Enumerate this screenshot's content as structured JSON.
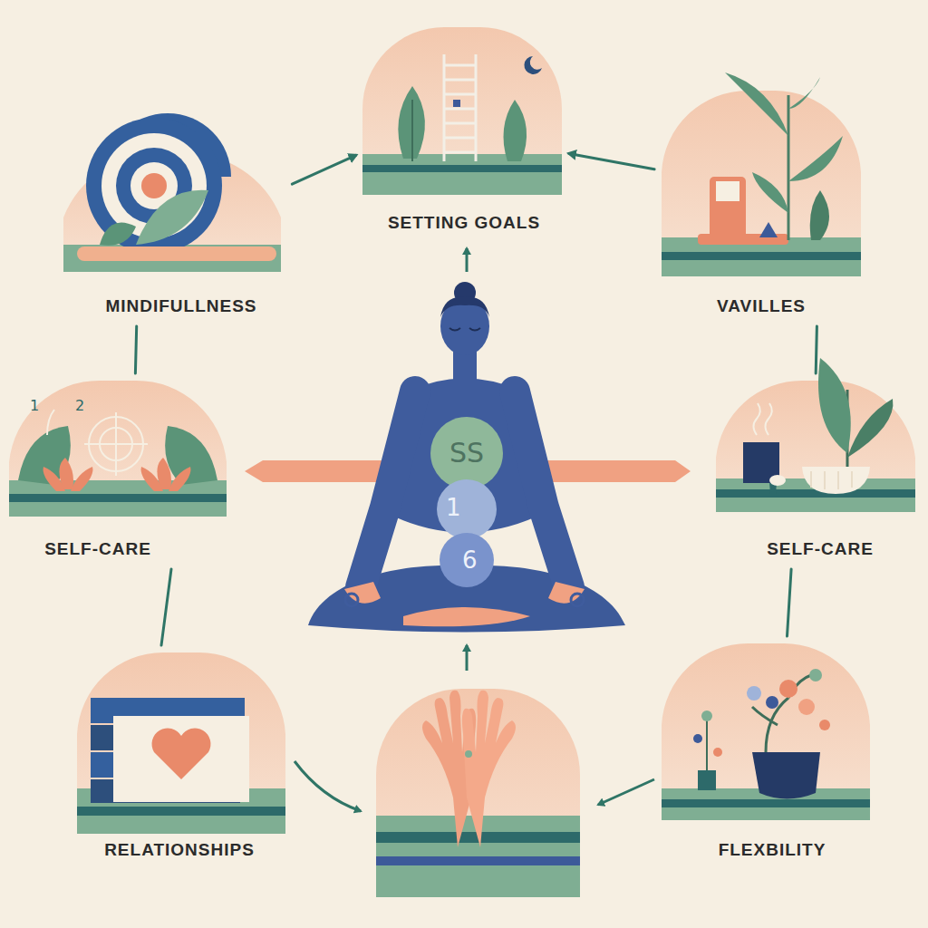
{
  "diagram": {
    "nodes": [
      {
        "text": [
          "SETTING GOALS"
        ]
      },
      {
        "text": [
          "MINDIFULLNESS"
        ]
      },
      {
        "text": [
          "VAVILLES"
        ]
      },
      {
        "text": [
          "SELF-CARE"
        ]
      },
      {
        "text": [
          "SELF-CARE"
        ]
      },
      {
        "text": [
          "RELATIONSHIPS"
        ]
      },
      {
        "text": [
          "FLEXBILITY"
        ]
      }
    ],
    "edges": [
      {
        "from": 1,
        "to": 0,
        "arrow": "to"
      },
      {
        "from": 2,
        "to": 0,
        "arrow": "to"
      },
      {
        "from": 1,
        "to": 3,
        "arrow": "none"
      },
      {
        "from": 3,
        "to": 5,
        "arrow": "none"
      },
      {
        "from": 2,
        "to": 4,
        "arrow": "none"
      },
      {
        "from": 4,
        "to": 6,
        "arrow": "none"
      }
    ],
    "labels": [
      "SS",
      "1",
      "6",
      "1",
      "2"
    ]
  }
}
